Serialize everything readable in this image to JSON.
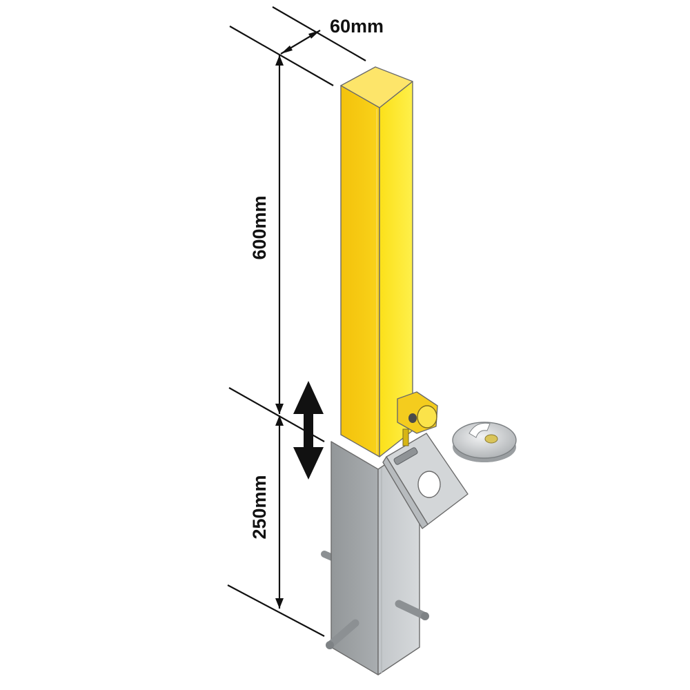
{
  "dimensions": {
    "width_label": "60mm",
    "post_height_label": "600mm",
    "sleeve_depth_label": "250mm"
  },
  "colors": {
    "post_front": "#f6c90e",
    "post_side": "#fbe21a",
    "post_top": "#fde96a",
    "sleeve_front": "#9ea2a5",
    "sleeve_side": "#c7cbce",
    "bracket": "#d4d7d9",
    "arrow": "#111111"
  },
  "icons": {
    "movement_arrow": "double-arrow-up-down-icon",
    "lock": "disc-padlock-icon"
  }
}
